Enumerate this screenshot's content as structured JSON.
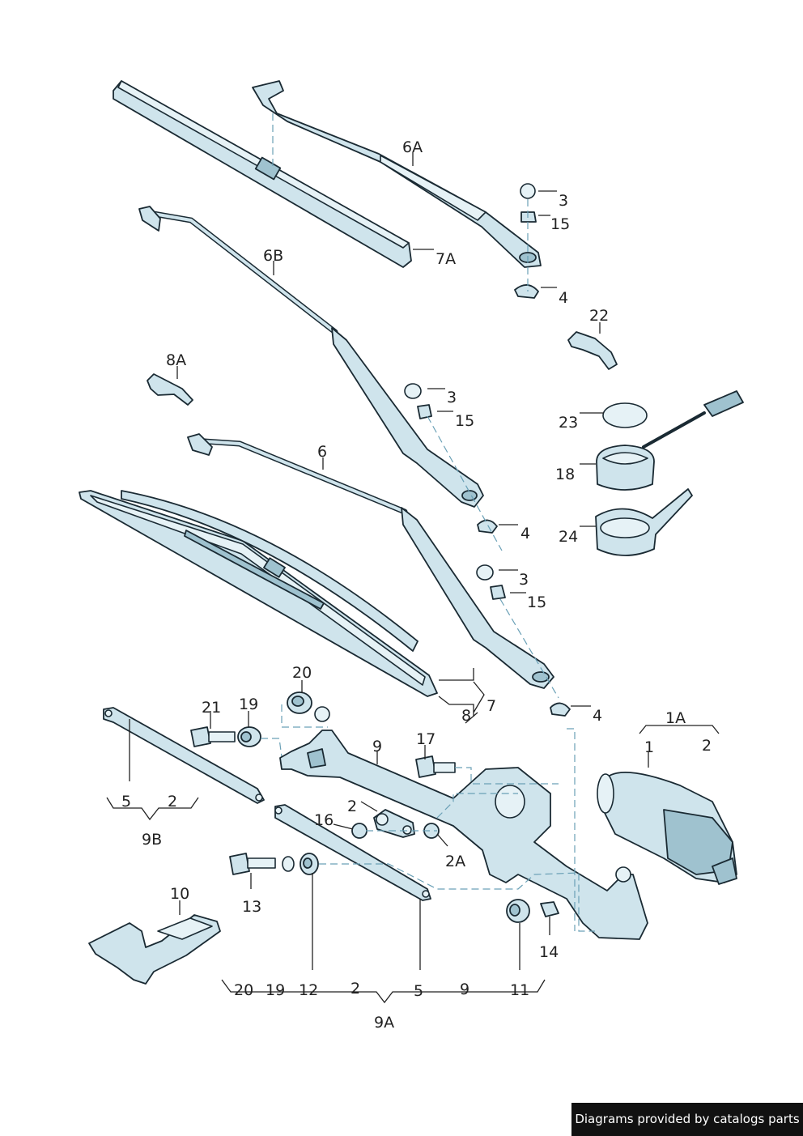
{
  "labels": {
    "l_6A": "6A",
    "l_3a": "3",
    "l_15a": "15",
    "l_7A": "7A",
    "l_4a": "4",
    "l_6B": "6B",
    "l_22": "22",
    "l_8A": "8A",
    "l_3b": "3",
    "l_15b": "15",
    "l_23": "23",
    "l_18": "18",
    "l_6": "6",
    "l_4b": "4",
    "l_24": "24",
    "l_3c": "3",
    "l_15c": "15",
    "l_20a": "20",
    "l_7": "7",
    "l_8": "8",
    "l_4c": "4",
    "l_21": "21",
    "l_19a": "19",
    "l_1A": "1A",
    "l_9": "9",
    "l_17": "17",
    "l_1": "1",
    "l_2a": "2",
    "l_5a": "5",
    "l_2b": "2",
    "l_9B": "9B",
    "l_2c": "2",
    "l_16": "16",
    "l_2A": "2A",
    "l_10": "10",
    "l_13": "13",
    "l_14": "14",
    "l_g20": "20",
    "l_g19": "19",
    "l_g12": "12",
    "l_g2": "2",
    "l_g5": "5",
    "l_g9": "9",
    "l_g11": "11",
    "l_9A": "9A"
  },
  "credit": "Diagrams provided by catalogs parts"
}
